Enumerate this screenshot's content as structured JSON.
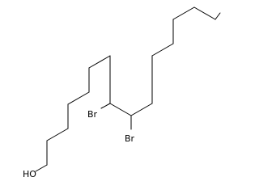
{
  "molecule": {
    "labels": {
      "hydroxyl": "HO",
      "bromine_upper": "Br",
      "bromine_lower": "Br"
    },
    "colors": {
      "bond": "#000000",
      "text": "#000000",
      "background": "#ffffff"
    }
  }
}
